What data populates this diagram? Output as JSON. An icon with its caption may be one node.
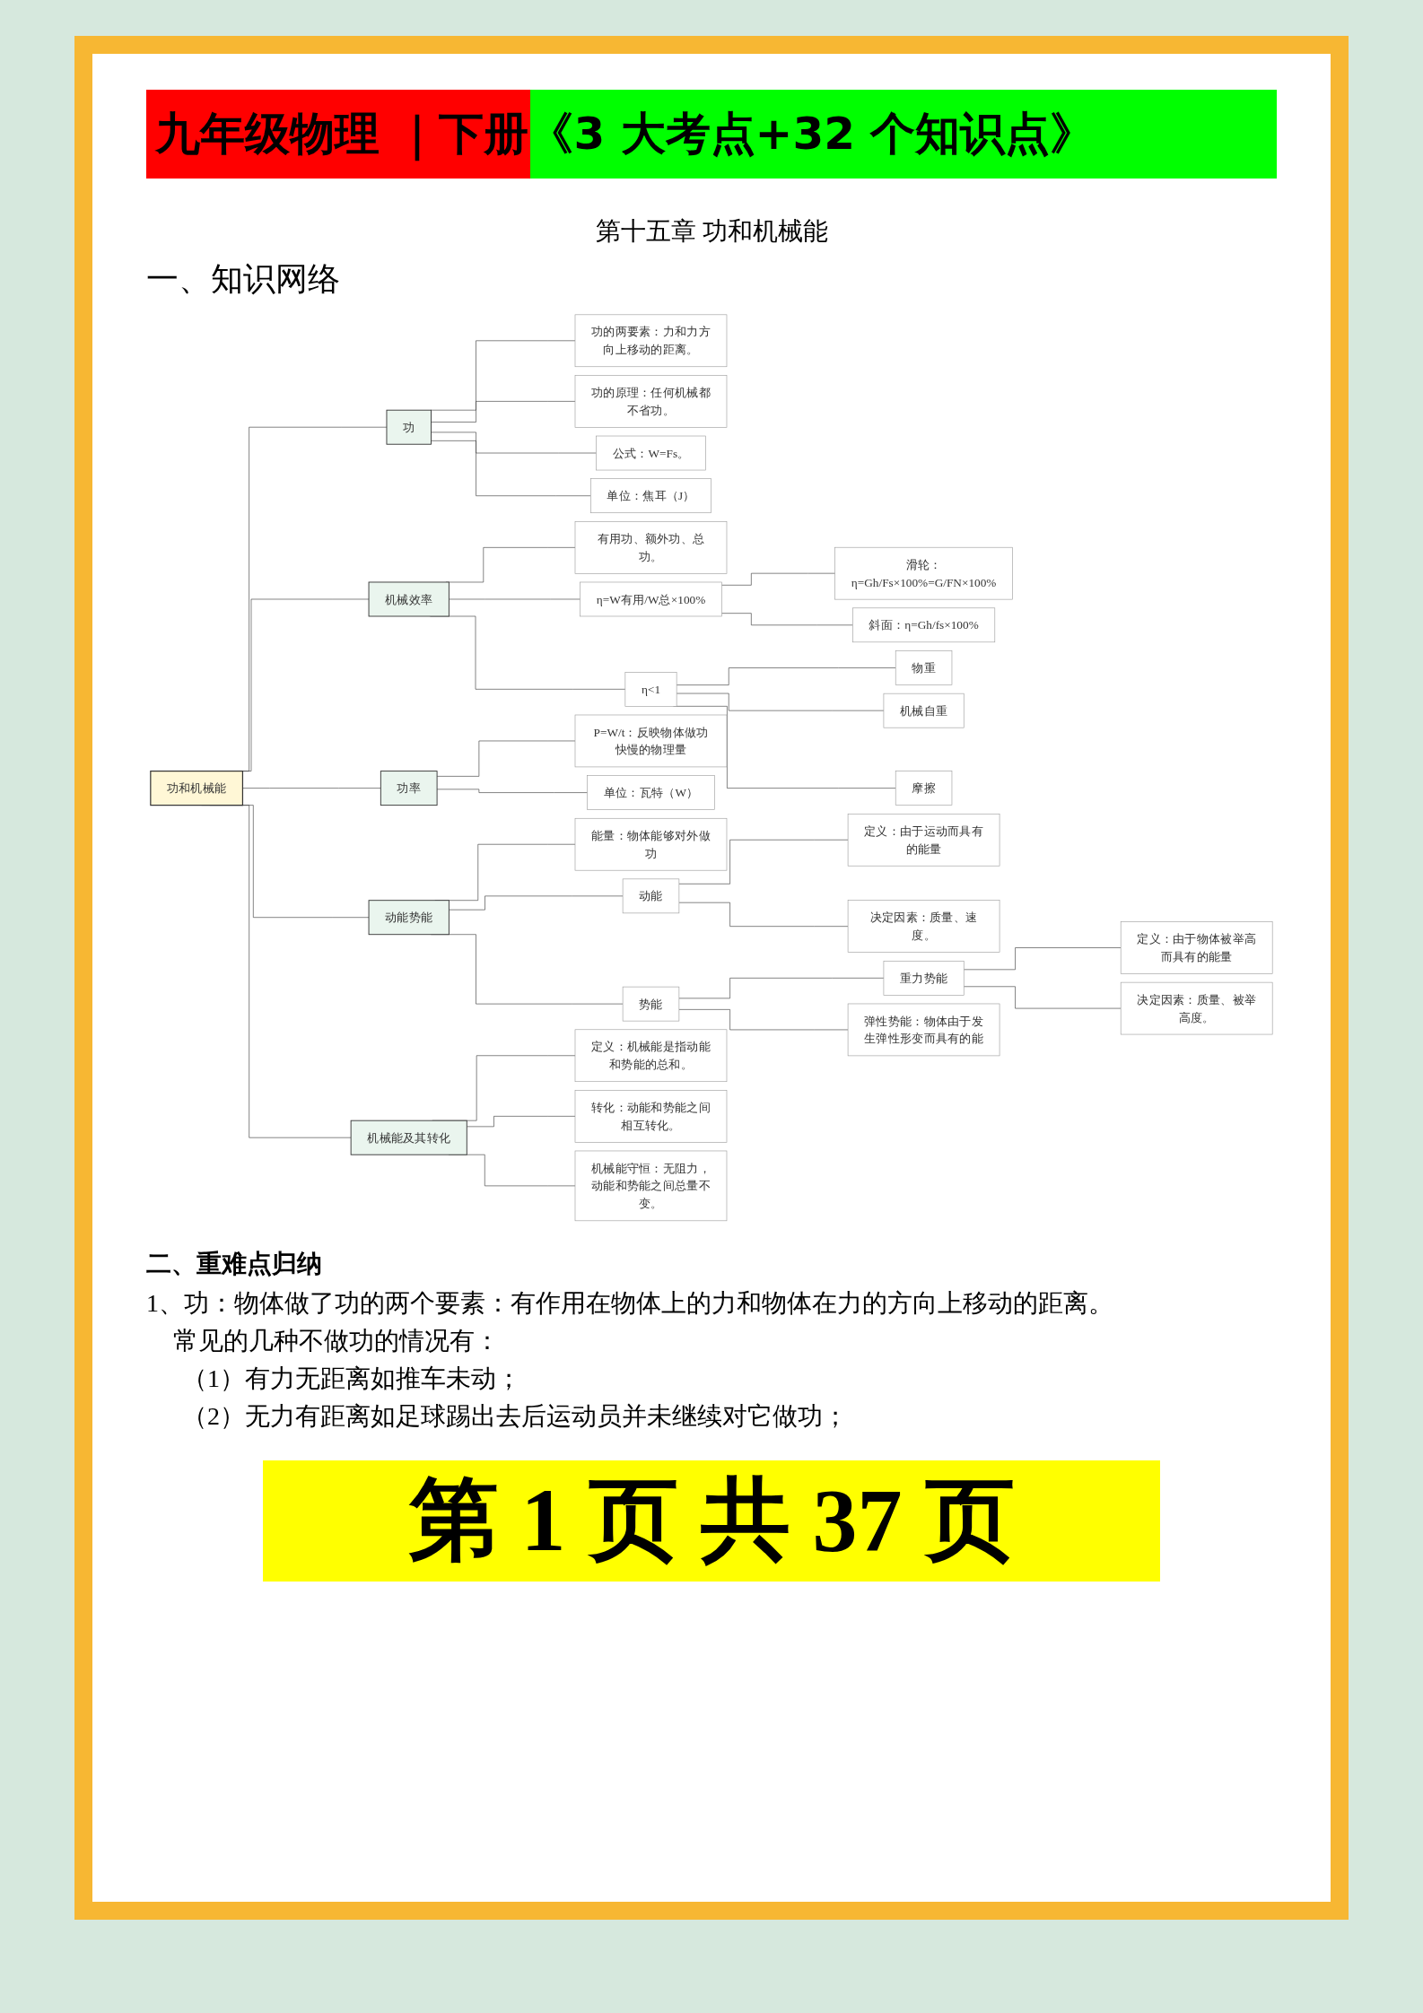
{
  "diagram": {
    "title": "九年级物理 ｜下册《3 大考点+32 个知识点》",
    "nodes": [
      {
        "text": [
          "功和机械能"
        ]
      },
      {
        "text": [
          "功"
        ]
      },
      {
        "text": [
          "功的两要素：力和力方向上移动的距离。"
        ]
      },
      {
        "text": [
          "功的原理：任何机械都不省功。"
        ]
      },
      {
        "text": [
          "公式：W=Fs。"
        ]
      },
      {
        "text": [
          "单位：焦耳（J）"
        ]
      },
      {
        "text": [
          "机械效率"
        ]
      },
      {
        "text": [
          "有用功、额外功、总功。"
        ]
      },
      {
        "text": [
          "η=W有用/W总×100%"
        ]
      },
      {
        "text": [
          "滑轮：η=Gh/Fs×100%=G/FN×100%"
        ]
      },
      {
        "text": [
          "斜面：η=Gh/fs×100%"
        ]
      },
      {
        "text": [
          "η<1"
        ]
      },
      {
        "text": [
          "物重"
        ]
      },
      {
        "text": [
          "机械自重"
        ]
      },
      {
        "text": [
          "摩擦"
        ]
      },
      {
        "text": [
          "功率"
        ]
      },
      {
        "text": [
          "P=W/t：反映物体做功快慢的物理量"
        ]
      },
      {
        "text": [
          "单位：瓦特（W）"
        ]
      },
      {
        "text": [
          "动能势能"
        ]
      },
      {
        "text": [
          "能量：物体能够对外做功"
        ]
      },
      {
        "text": [
          "动能"
        ]
      },
      {
        "text": [
          "定义：由于运动而具有的能量"
        ]
      },
      {
        "text": [
          "决定因素：质量、速度。"
        ]
      },
      {
        "text": [
          "势能"
        ]
      },
      {
        "text": [
          "重力势能"
        ]
      },
      {
        "text": [
          "定义：由于物体被举高而具有的能量"
        ]
      },
      {
        "text": [
          "决定因素：质量、被举高度。"
        ]
      },
      {
        "text": [
          "弹性势能：物体由于发生弹性形变而具有的能"
        ]
      },
      {
        "text": [
          "机械能及其转化"
        ]
      },
      {
        "text": [
          "定义：机械能是指动能和势能的总和。"
        ]
      },
      {
        "text": [
          "转化：动能和势能之间相互转化。"
        ]
      },
      {
        "text": [
          "机械能守恒：无阻力，动能和势能之间总量不变。"
        ]
      }
    ],
    "edges": [
      {
        "from": 0,
        "to": 1,
        "arrow": "none"
      },
      {
        "from": 0,
        "to": 6,
        "arrow": "none"
      },
      {
        "from": 0,
        "to": 15,
        "arrow": "none"
      },
      {
        "from": 0,
        "to": 18,
        "arrow": "none"
      },
      {
        "from": 0,
        "to": 28,
        "arrow": "none"
      },
      {
        "from": 1,
        "to": 2,
        "arrow": "none"
      },
      {
        "from": 1,
        "to": 3,
        "arrow": "none"
      },
      {
        "from": 1,
        "to": 4,
        "arrow": "none"
      },
      {
        "from": 1,
        "to": 5,
        "arrow": "none"
      },
      {
        "from": 6,
        "to": 7,
        "arrow": "none"
      },
      {
        "from": 6,
        "to": 8,
        "arrow": "none"
      },
      {
        "from": 6,
        "to": 11,
        "arrow": "none"
      },
      {
        "from": 8,
        "to": 9,
        "arrow": "none"
      },
      {
        "from": 8,
        "to": 10,
        "arrow": "none"
      },
      {
        "from": 11,
        "to": 12,
        "arrow": "none"
      },
      {
        "from": 11,
        "to": 13,
        "arrow": "none"
      },
      {
        "from": 11,
        "to": 14,
        "arrow": "none"
      },
      {
        "from": 15,
        "to": 16,
        "arrow": "none"
      },
      {
        "from": 15,
        "to": 17,
        "arrow": "none"
      },
      {
        "from": 18,
        "to": 19,
        "arrow": "none"
      },
      {
        "from": 18,
        "to": 20,
        "arrow": "none"
      },
      {
        "from": 18,
        "to": 23,
        "arrow": "none"
      },
      {
        "from": 20,
        "to": 21,
        "arrow": "none"
      },
      {
        "from": 20,
        "to": 22,
        "arrow": "none"
      },
      {
        "from": 23,
        "to": 24,
        "arrow": "none"
      },
      {
        "from": 23,
        "to": 27,
        "arrow": "none"
      },
      {
        "from": 24,
        "to": 25,
        "arrow": "none"
      },
      {
        "from": 24,
        "to": 26,
        "arrow": "none"
      },
      {
        "from": 28,
        "to": 29,
        "arrow": "none"
      },
      {
        "from": 28,
        "to": 30,
        "arrow": "none"
      },
      {
        "from": 28,
        "to": 31,
        "arrow": "none"
      }
    ],
    "labels": [
      "第十五章 功和机械能",
      "一、知识网络",
      "二、重难点归纳",
      "1、功：物体做了功的两个要素：有作用在物体上的力和物体在力的方向上移动的距离。",
      "常见的几种不做功的情况有：",
      "（1）有力无距离如推车未动；",
      "（2）无力有距离如足球踢出去后运动员并未继续对它做功；",
      "第 1 页 共 37 页"
    ]
  }
}
